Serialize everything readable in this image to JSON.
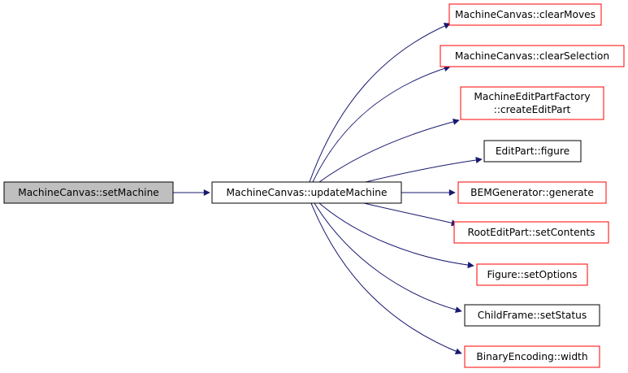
{
  "graph": {
    "root": {
      "label": "MachineCanvas::setMachine",
      "style": "current"
    },
    "hub": {
      "label": "MachineCanvas::updateMachine",
      "style": "black"
    },
    "callees": [
      {
        "id": "clear-moves",
        "lines": [
          "MachineCanvas::clearMoves"
        ],
        "style": "red"
      },
      {
        "id": "clear-selection",
        "lines": [
          "MachineCanvas::clearSelection"
        ],
        "style": "red"
      },
      {
        "id": "create-edit-part",
        "lines": [
          "MachineEditPartFactory",
          "::createEditPart"
        ],
        "style": "red"
      },
      {
        "id": "edit-part-figure",
        "lines": [
          "EditPart::figure"
        ],
        "style": "black"
      },
      {
        "id": "bem-generator-generate",
        "lines": [
          "BEMGenerator::generate"
        ],
        "style": "red"
      },
      {
        "id": "root-edit-part-set-contents",
        "lines": [
          "RootEditPart::setContents"
        ],
        "style": "red"
      },
      {
        "id": "figure-set-options",
        "lines": [
          "Figure::setOptions"
        ],
        "style": "red"
      },
      {
        "id": "child-frame-set-status",
        "lines": [
          "ChildFrame::setStatus"
        ],
        "style": "black"
      },
      {
        "id": "binary-encoding-width",
        "lines": [
          "BinaryEncoding::width"
        ],
        "style": "red"
      }
    ]
  },
  "colors": {
    "edge": "#191970",
    "red_border": "#ff0000",
    "black_border": "#000000",
    "current_fill": "#bfbfbf",
    "node_fill": "#ffffff"
  }
}
